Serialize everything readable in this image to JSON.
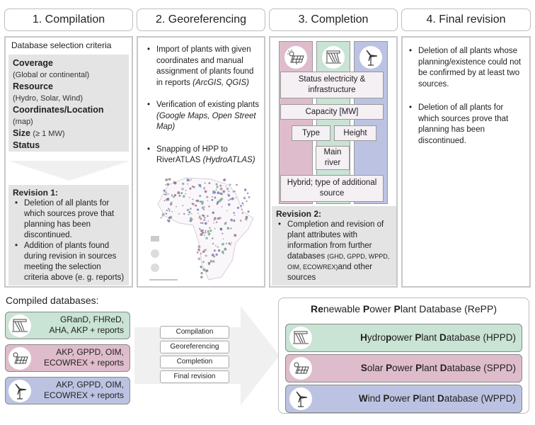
{
  "stages": [
    {
      "title": "1. Compilation"
    },
    {
      "title": "2. Georeferencing"
    },
    {
      "title": "3. Completion"
    },
    {
      "title": "4. Final revision"
    }
  ],
  "compilation": {
    "criteria_title": "Database selection criteria",
    "criteria": [
      {
        "label": "Coverage",
        "detail": "(Global or continental)"
      },
      {
        "label": "Resource",
        "detail": "(Hydro, Solar, Wind)"
      },
      {
        "label": "Coordinates/Location",
        "detail": "(map)"
      },
      {
        "label": "Size",
        "detail_inline": "(≥ 1 MW)"
      },
      {
        "label": "Status"
      }
    ],
    "revision": {
      "title": "Revision 1",
      "items": [
        "Deletion of all plants for which sources prove that planning has been discontinued.",
        "Addition of plants found during revision in sources meeting the selection criteria above (e. g. reports)"
      ]
    }
  },
  "georeferencing": {
    "items": [
      {
        "text": "Import of plants with given coordinates and manual assignment of plants found in reports ",
        "tools": "(ArcGIS, QGIS)"
      },
      {
        "text": "Verification of existing plants ",
        "tools": "(Google Maps, Open Street Map)"
      },
      {
        "text": "Snapping of HPP to RiverATLAS ",
        "tools": "(HydroATLAS)"
      }
    ],
    "map_label": "Africa power plant map"
  },
  "completion": {
    "attributes": {
      "status": "Status electricity & infrastructure",
      "capacity": "Capacity [MW]",
      "type": "Type",
      "height": "Height",
      "main_river": "Main river",
      "hybrid": "Hybrid; type of additional source"
    },
    "revision": {
      "title": "Revision 2",
      "text_a": "Completion and revision of plant attributes with information from further databases ",
      "dbs": "(GHD, GPPD, WPPD, OIM, ECOWREX)",
      "text_b": "and other sources"
    }
  },
  "final_revision": {
    "items": [
      "Deletion of all plants whose planning/existence could not be confirmed by at least two sources.",
      "Deletion of all plants for which sources prove that planning has been discontinued."
    ]
  },
  "compiled": {
    "title": "Compiled databases:",
    "databases": [
      {
        "type": "hydro",
        "line1": "GRanD, FHReD,",
        "line2": "AHA, AKP + reports"
      },
      {
        "type": "solar",
        "line1": "AKP, GPPD, OIM,",
        "line2": "ECOWREX + reports"
      },
      {
        "type": "wind",
        "line1": "AKP, GPPD, OIM,",
        "line2": "ECOWREX + reports"
      }
    ]
  },
  "steps": [
    "Compilation",
    "Georeferencing",
    "Completion",
    "Final revision"
  ],
  "repp": {
    "title_parts": [
      {
        "b": "Re"
      },
      {
        "t": "newable "
      },
      {
        "b": "P"
      },
      {
        "t": "ower "
      },
      {
        "b": "P"
      },
      {
        "t": "lant Database (RePP)"
      }
    ],
    "title": "Renewable Power Plant Database (RePP)",
    "rows": [
      {
        "type": "hydro",
        "name": "Hydropower Plant Database (HPPD)"
      },
      {
        "type": "solar",
        "name": "Solar Power Plant Database (SPPD)"
      },
      {
        "type": "wind",
        "name": "Wind Power Plant Database (WPPD)"
      }
    ]
  },
  "colors": {
    "hydro": "#c9e3d4",
    "solar": "#dfbccb",
    "wind": "#bcc3e2",
    "panel_grey": "#e4e4e4",
    "arrow_grey": "#efefef"
  }
}
